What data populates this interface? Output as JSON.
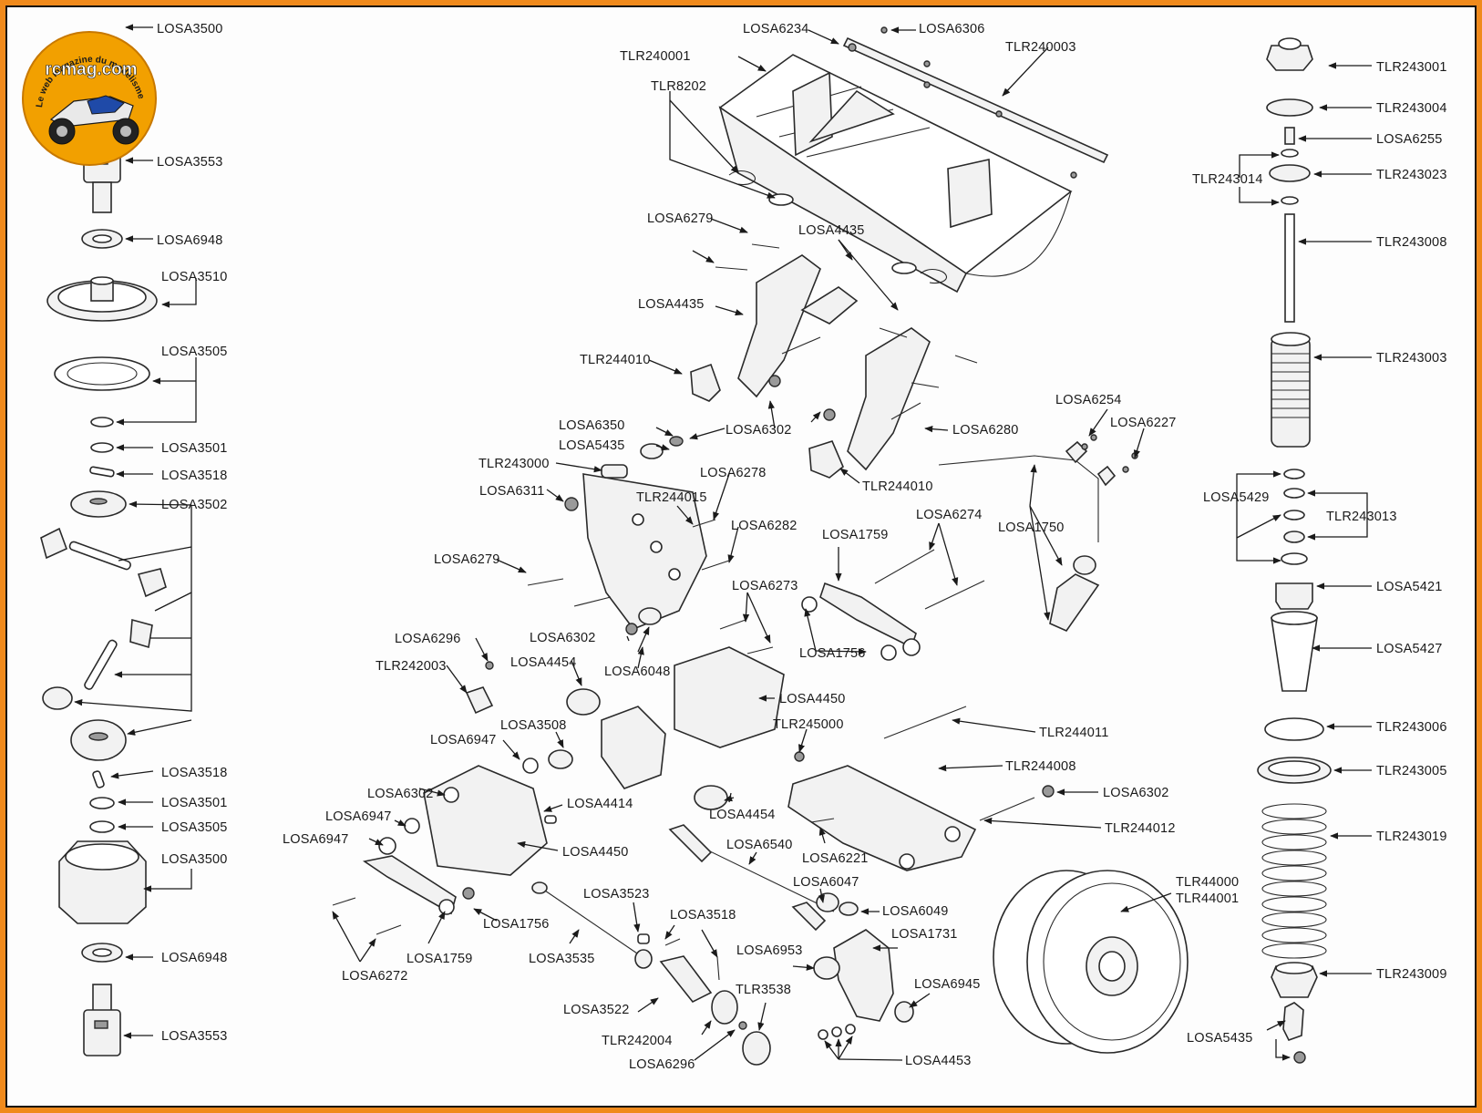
{
  "logo": {
    "brand": "rcmag.com",
    "tagline": "Le web magazine du modélisme",
    "accent": "#f2a000",
    "frame_color": "#f08a1c"
  },
  "labels": {
    "LOSA3500_top": "LOSA3500",
    "LOSA3553_top": "LOSA3553",
    "LOSA6948_top": "LOSA6948",
    "LOSA3510": "LOSA3510",
    "LOSA3505_top": "LOSA3505",
    "LOSA3501_top": "LOSA3501",
    "LOSA3518_top": "LOSA3518",
    "LOSA3502": "LOSA3502",
    "LOSA3518_bot": "LOSA3518",
    "LOSA3501_bot": "LOSA3501",
    "LOSA3505_bot": "LOSA3505",
    "LOSA3500_bot": "LOSA3500",
    "LOSA6948_bot": "LOSA6948",
    "LOSA3553_bot": "LOSA3553",
    "LOSA6234": "LOSA6234",
    "LOSA6306": "LOSA6306",
    "TLR240001": "TLR240001",
    "TLR240003": "TLR240003",
    "TLR8202": "TLR8202",
    "LOSA6279_a": "LOSA6279",
    "LOSA4435_a": "LOSA4435",
    "LOSA4435_b": "LOSA4435",
    "TLR244010_a": "TLR244010",
    "LOSA6350": "LOSA6350",
    "LOSA5435_a": "LOSA5435",
    "LOSA6302_a": "LOSA6302",
    "LOSA6280": "LOSA6280",
    "TLR243000": "TLR243000",
    "LOSA6278": "LOSA6278",
    "LOSA6311": "LOSA6311",
    "TLR244015": "TLR244015",
    "TLR244010_b": "TLR244010",
    "LOSA6254": "LOSA6254",
    "LOSA6227": "LOSA6227",
    "LOSA6282": "LOSA6282",
    "LOSA6279_b": "LOSA6279",
    "LOSA1759_a": "LOSA1759",
    "LOSA6274": "LOSA6274",
    "LOSA1750": "LOSA1750",
    "LOSA6273": "LOSA6273",
    "LOSA6302_b": "LOSA6302",
    "LOSA6296_a": "LOSA6296",
    "LOSA1756_a": "LOSA1756",
    "TLR242003": "TLR242003",
    "LOSA4454_a": "LOSA4454",
    "LOSA6048": "LOSA6048",
    "LOSA4450_a": "LOSA4450",
    "TLR245000": "TLR245000",
    "LOSA3508": "LOSA3508",
    "LOSA6947_a": "LOSA6947",
    "TLR244011": "TLR244011",
    "TLR244008": "TLR244008",
    "LOSA6302_c": "LOSA6302",
    "LOSA6302_d": "LOSA6302",
    "LOSA4414": "LOSA4414",
    "LOSA4454_b": "LOSA4454",
    "TLR244012": "TLR244012",
    "LOSA6947_b": "LOSA6947",
    "LOSA6947_c": "LOSA6947",
    "LOSA4450_b": "LOSA4450",
    "LOSA6540": "LOSA6540",
    "LOSA6221": "LOSA6221",
    "TLR44000": "TLR44000",
    "TLR44001": "TLR44001",
    "LOSA6047": "LOSA6047",
    "LOSA3523": "LOSA3523",
    "LOSA1756_b": "LOSA1756",
    "LOSA6049": "LOSA6049",
    "LOSA3518_mid": "LOSA3518",
    "LOSA1731": "LOSA1731",
    "LOSA6272": "LOSA6272",
    "LOSA1759_b": "LOSA1759",
    "LOSA3535": "LOSA3535",
    "LOSA6953": "LOSA6953",
    "LOSA6945": "LOSA6945",
    "TLR3538": "TLR3538",
    "LOSA3522": "LOSA3522",
    "TLR242004": "TLR242004",
    "LOSA6296_b": "LOSA6296",
    "LOSA4453": "LOSA4453",
    "TLR243001": "TLR243001",
    "TLR243004": "TLR243004",
    "LOSA6255": "LOSA6255",
    "TLR243014": "TLR243014",
    "TLR243023": "TLR243023",
    "TLR243008": "TLR243008",
    "TLR243003": "TLR243003",
    "LOSA5429": "LOSA5429",
    "TLR243013": "TLR243013",
    "LOSA5421": "LOSA5421",
    "LOSA5427": "LOSA5427",
    "TLR243006": "TLR243006",
    "TLR243005": "TLR243005",
    "TLR243019": "TLR243019",
    "TLR243009": "TLR243009",
    "LOSA5435_b": "LOSA5435"
  }
}
